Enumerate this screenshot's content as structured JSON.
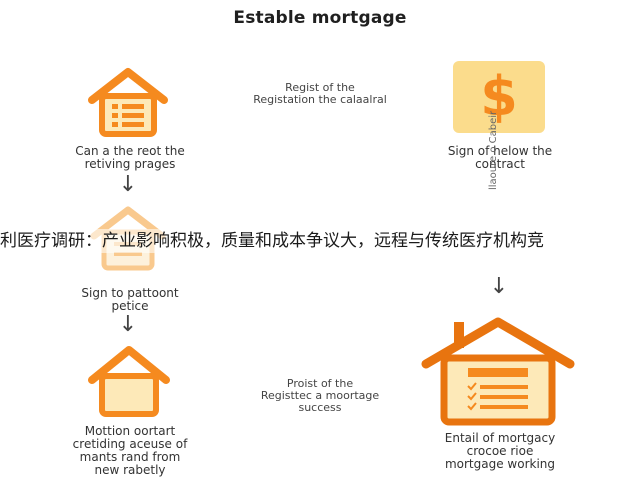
{
  "title": "Estable mortgage",
  "steps": [
    {
      "caption": "Can a the reot the\nretiving prages"
    },
    {
      "caption": "Sign to pattoont\npetice"
    },
    {
      "caption": "Mottion oortart\ncretiding aceuse of\nmants rand from\nnew rabetly"
    },
    {
      "caption": "Sign of helow the\ncontract"
    },
    {
      "caption": "Entail of mortgacy\ncrocoe rioe\nmortgage working"
    }
  ],
  "middle_notes": [
    "Regist of the\nRegistation the calaalral",
    "Proist of the\nRegisttec a moortage\nsuccess"
  ],
  "dollar_symbol": "$",
  "vertical_text": "llaoure o Cabeir",
  "banner_text": "利医疗调研：产业影响积极，质量和成本争议大，远程与传统医疗机构竞",
  "arrow_glyph": "↓",
  "colors": {
    "orange": "#f58a1f",
    "orange_dark": "#e8740f",
    "icon_bg": "#fde9b8",
    "dollar_bg": "#fbdc8c",
    "pale_icon": "#fbe0b0"
  },
  "icons": [
    "house-list-icon",
    "house-pale-icon",
    "house-plain-icon",
    "dollar-sign-icon",
    "house-checklist-icon"
  ]
}
